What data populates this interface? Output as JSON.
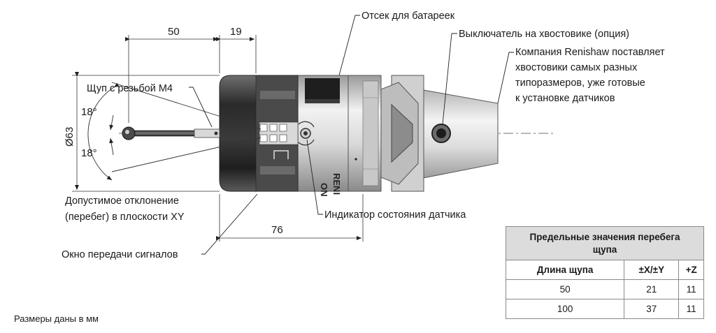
{
  "callouts": {
    "battery": "Отсек для батареек",
    "switch": "Выключатель на хвостовике (опция)",
    "shank": [
      "Компания Renishaw поставляет",
      "хвостовики самых разных",
      "типоразмеров, уже готовые",
      "к установке датчиков"
    ],
    "stylus": "Щуп с резьбой M4",
    "overtravel": [
      "Допустимое отклонение",
      "(перебег) в плоскости XY"
    ],
    "window": "Окно передачи сигналов",
    "led": "Индикатор состояния датчика"
  },
  "dimensions": {
    "top_a": "50",
    "top_b": "19",
    "diameter": "Ø63",
    "angle_up": "18°",
    "angle_down": "18°",
    "length": "76"
  },
  "probe_marks": {
    "brand": "RENI",
    "rot_left": "ON",
    "side": "ON"
  },
  "table": {
    "caption": [
      "Предельные значения перебега",
      "щупа"
    ],
    "headers": [
      "Длина щупа",
      "±X/±Y",
      "+Z"
    ],
    "rows": [
      [
        "50",
        "21",
        "11"
      ],
      [
        "100",
        "37",
        "11"
      ]
    ]
  },
  "footnote": "Размеры даны в мм"
}
